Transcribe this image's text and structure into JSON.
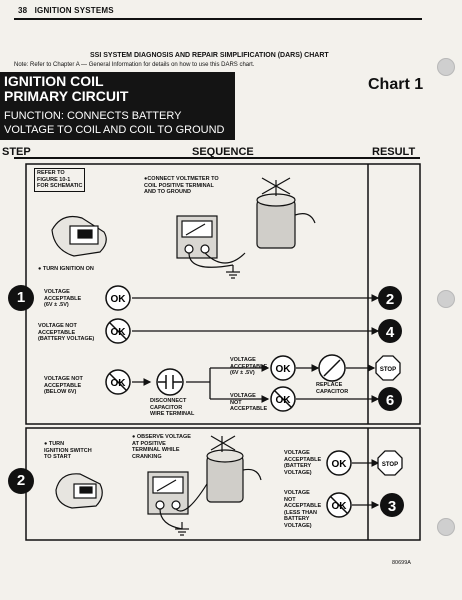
{
  "page": {
    "number": "38",
    "section": "IGNITION SYSTEMS"
  },
  "chart_title": "SSI SYSTEM DIAGNOSIS AND REPAIR SIMPLIFICATION (DARS) CHART",
  "note": "Note:  Refer to Chapter A — General Information for details on how to use this DARS chart.",
  "title": {
    "line1": "IGNITION COIL",
    "line2": "PRIMARY CIRCUIT",
    "function1": "FUNCTION: CONNECTS BATTERY",
    "function2": "VOLTAGE TO COIL AND COIL TO GROUND"
  },
  "chart_number": "Chart 1",
  "columns": {
    "step": "STEP",
    "sequence": "SEQUENCE",
    "result": "RESULT"
  },
  "section1": {
    "refer": [
      "REFER TO",
      "FIGURE 10-1",
      "FOR SCHEMATIC"
    ],
    "connect": [
      "●CONNECT VOLTMETER TO",
      "COIL POSITIVE TERMINAL",
      "AND TO GROUND"
    ],
    "turn_on": "● TURN IGNITION ON",
    "step": "1",
    "v_ok": [
      "VOLTAGE",
      "ACCEPTABLE",
      "(6V ± .5V)"
    ],
    "v_high": [
      "VOLTAGE NOT",
      "ACCEPTABLE",
      "(BATTERY VOLTAGE)"
    ],
    "v_low": [
      "VOLTAGE NOT",
      "ACCEPTABLE",
      "(BELOW 6V)"
    ],
    "disconnect": [
      "DISCONNECT",
      "CAPACITOR",
      "WIRE TERMINAL"
    ],
    "v_ok2": [
      "VOLTAGE",
      "ACCEPTABLE",
      "(6V ± .5V)"
    ],
    "v_not2": [
      "VOLTAGE",
      "NOT",
      "ACCEPTABLE"
    ],
    "replace": [
      "REPLACE",
      "CAPACITOR"
    ],
    "ok": "OK",
    "stop": "STOP",
    "results": [
      "2",
      "4",
      "6"
    ]
  },
  "section2": {
    "turn": [
      "● TURN",
      "IGNITION SWITCH",
      "TO START"
    ],
    "observe": [
      "● OBSERVE VOLTAGE",
      "AT POSITIVE",
      "TERMINAL WHILE",
      "CRANKING"
    ],
    "step": "2",
    "v_ok": [
      "VOLTAGE",
      "ACCEPTABLE",
      "(BATTERY",
      "VOLTAGE)"
    ],
    "v_not": [
      "VOLTAGE",
      "NOT",
      "ACCEPTABLE",
      "(LESS THAN",
      "BATTERY",
      "VOLTAGE)"
    ],
    "ok": "OK",
    "stop": "STOP",
    "result": "3"
  },
  "part_number": "80699A"
}
